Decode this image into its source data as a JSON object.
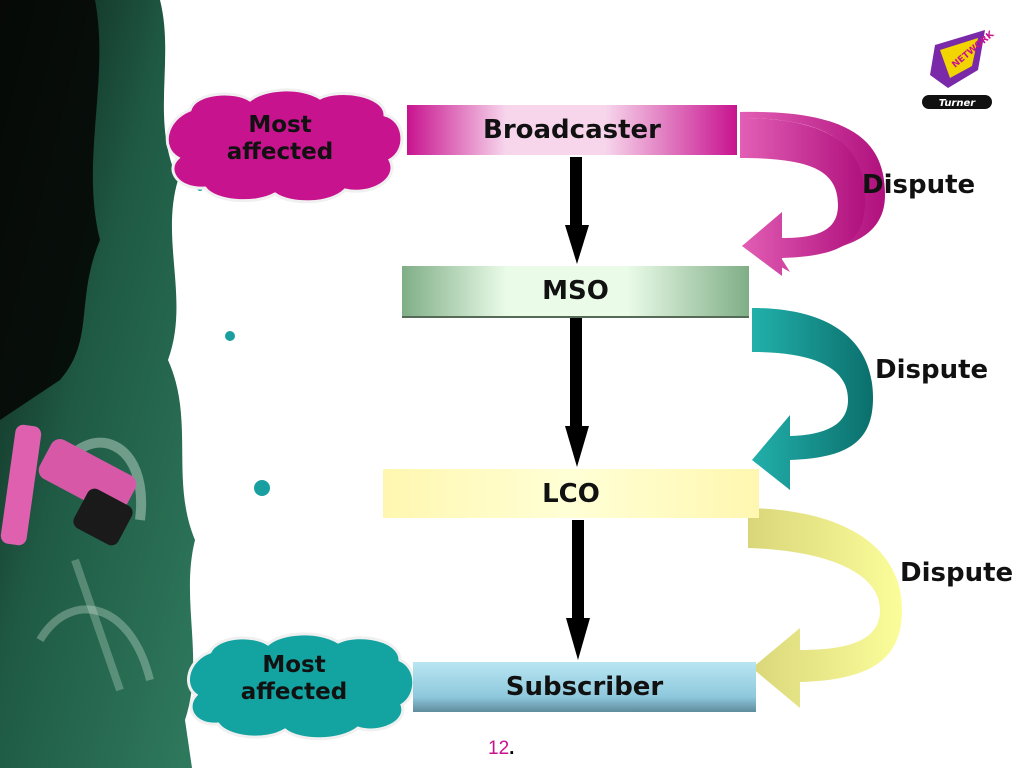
{
  "boxes": {
    "broadcaster": "Broadcaster",
    "mso": "MSO",
    "lco": "LCO",
    "subscriber": "Subscriber"
  },
  "disputes": [
    "Dispute",
    "Dispute",
    "Dispute"
  ],
  "clouds": {
    "top": {
      "line1": "Most",
      "line2": "affected"
    },
    "bottom": {
      "line1": "Most",
      "line2": "affected"
    }
  },
  "page_number": "12",
  "page_number_suffix": ".",
  "logo": {
    "text_network": "NETWORK",
    "text_brand": "Turner"
  },
  "colors": {
    "broadcaster": "#c8138f",
    "mso": "#7fae86",
    "lco": "#fff7b0",
    "subscriber": "#8ec8dc",
    "teal_arrow": "#0e8f8c",
    "yellow_arrow": "#f3f78a"
  }
}
